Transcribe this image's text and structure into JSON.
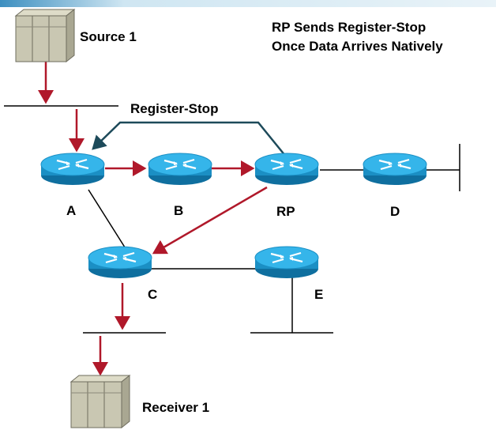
{
  "title_lines": [
    "RP Sends Register-Stop",
    "Once Data Arrives Natively"
  ],
  "labels": {
    "source": "Source 1",
    "receiver": "Receiver 1",
    "register_stop": "Register-Stop"
  },
  "routers": [
    {
      "id": "A",
      "label": "A"
    },
    {
      "id": "B",
      "label": "B"
    },
    {
      "id": "RP",
      "label": "RP"
    },
    {
      "id": "D",
      "label": "D"
    },
    {
      "id": "C",
      "label": "C"
    },
    {
      "id": "E",
      "label": "E"
    }
  ],
  "colors": {
    "data_arrow": "#b0182a",
    "register_stop_arrow": "#1d4a5a",
    "router_body": "#1b8fc4",
    "router_top": "#35b5ea",
    "server": "#c9c7b2",
    "header_band": "#cfe6f2"
  }
}
